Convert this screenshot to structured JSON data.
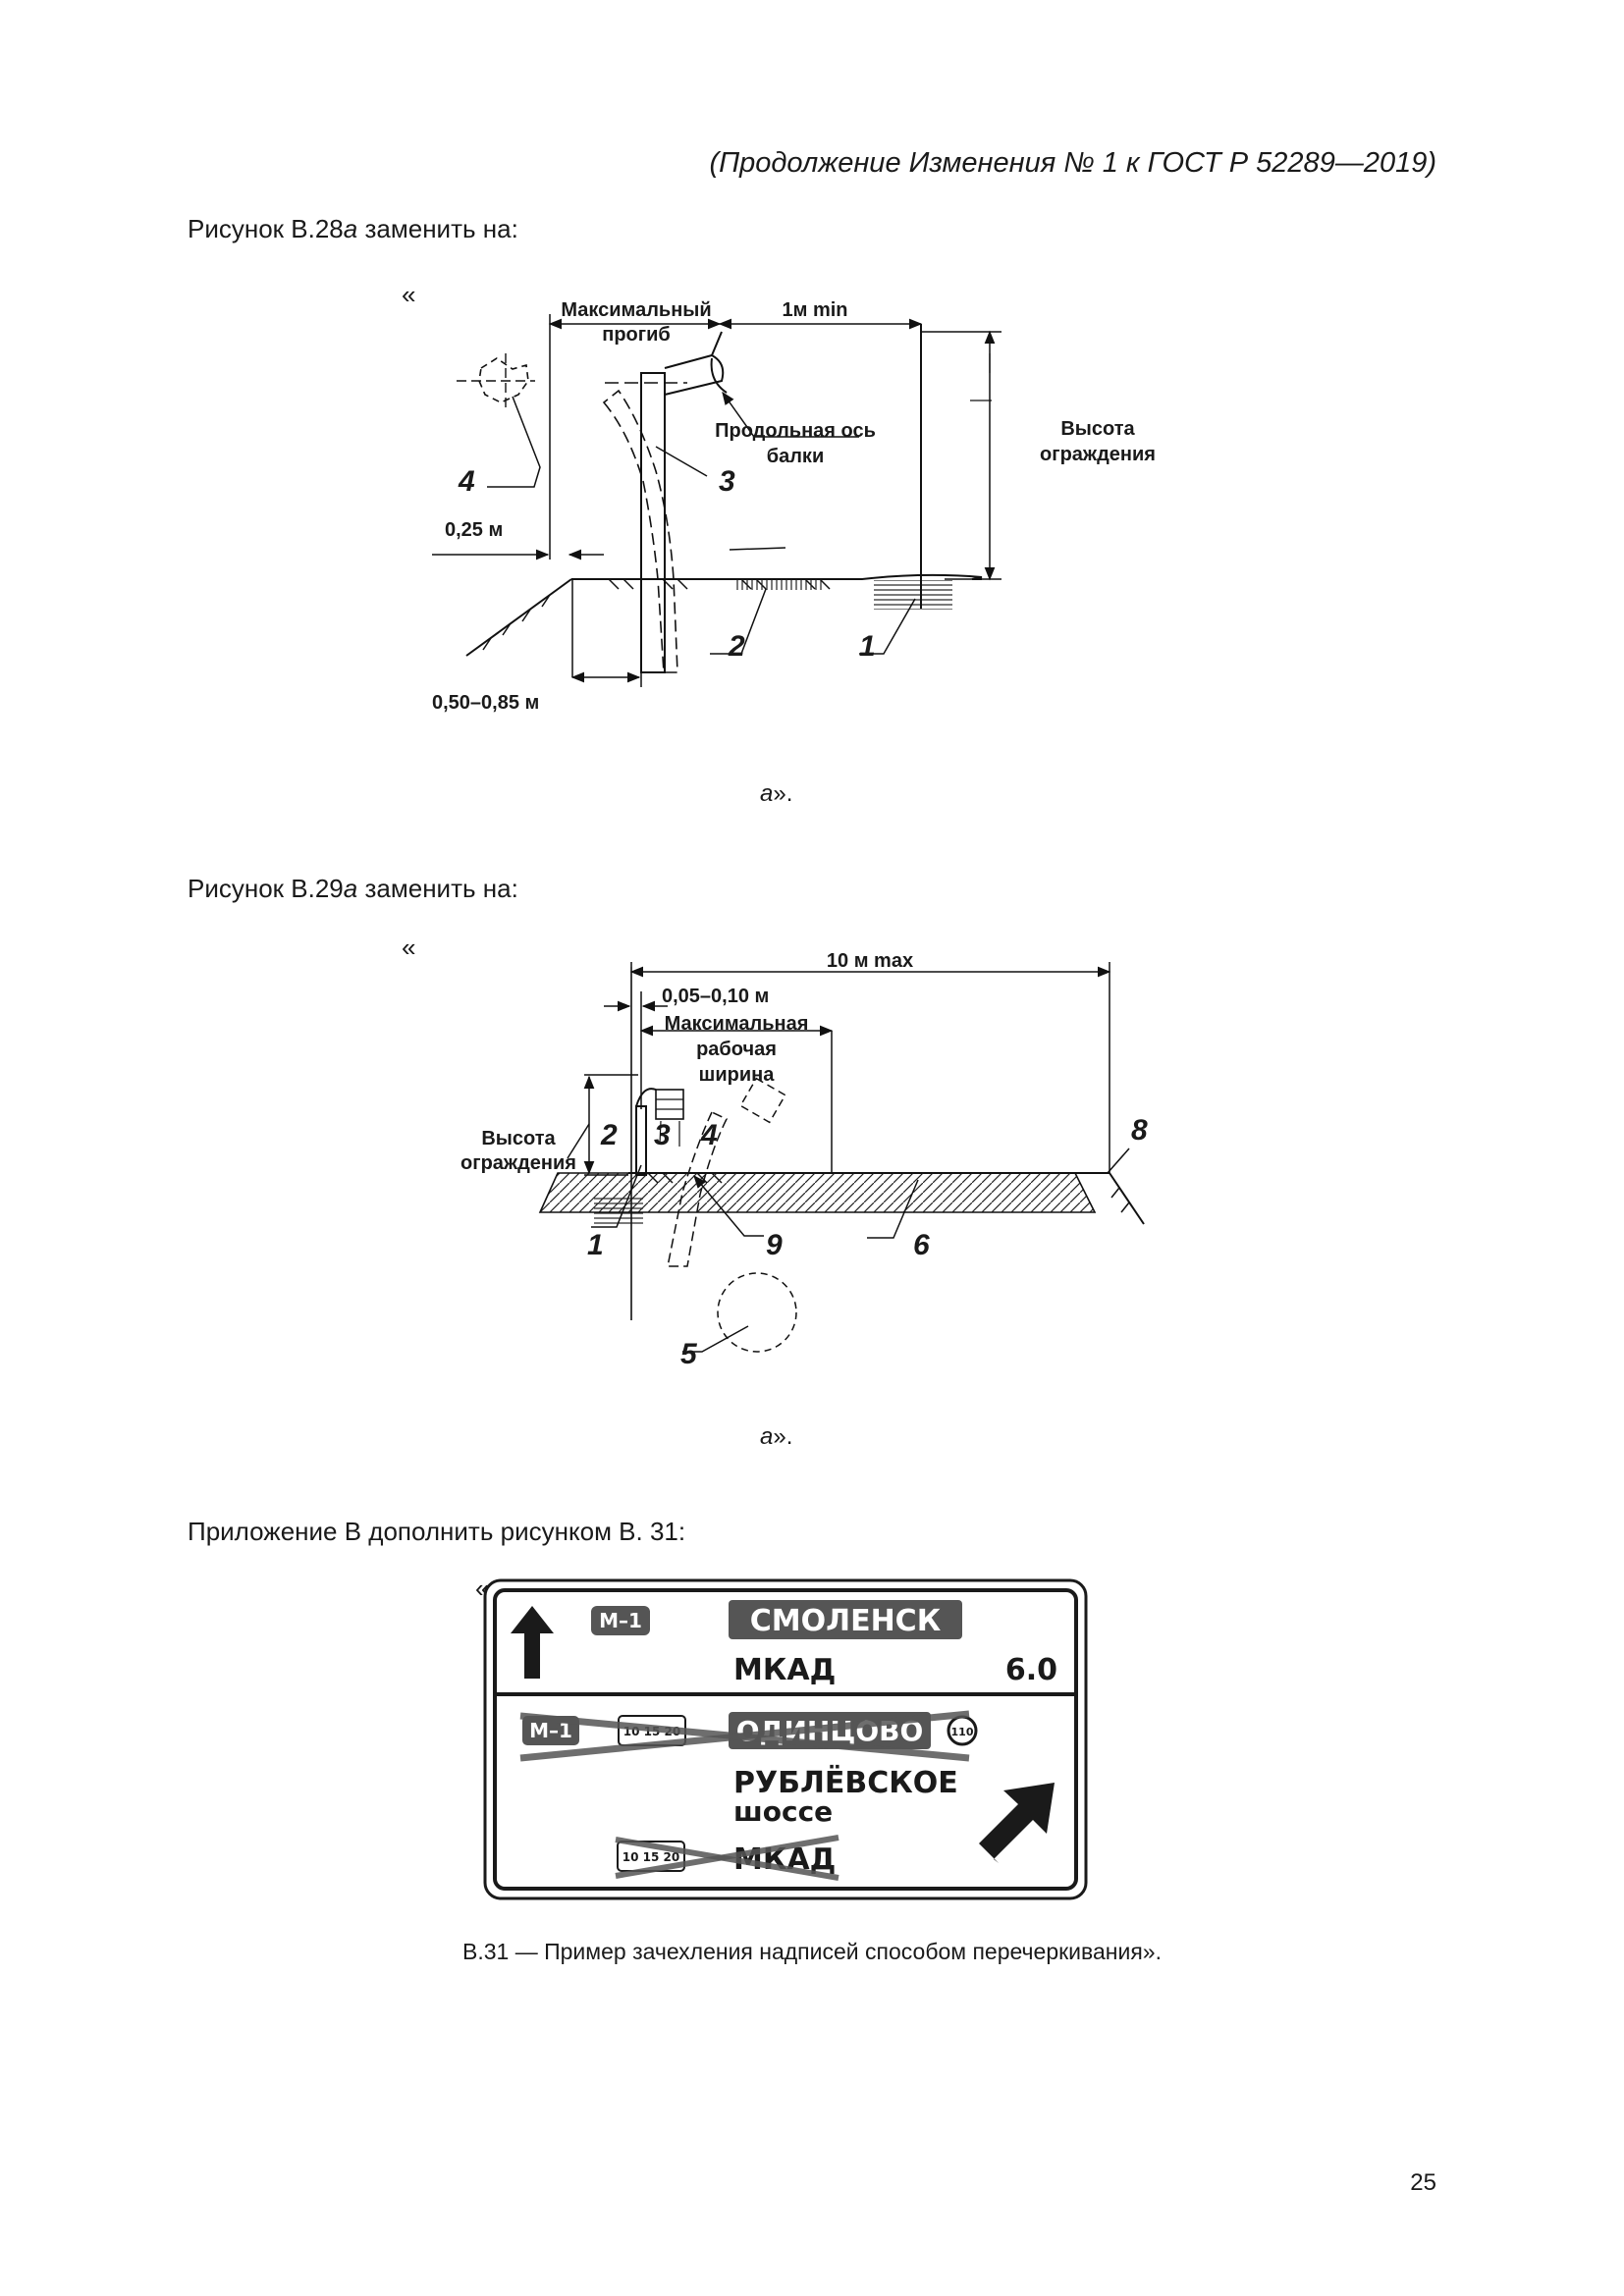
{
  "header": "(Продолжение Изменения № 1 к ГОСТ Р 52289—2019)",
  "sections": [
    {
      "text_before": "Рисунок В.28",
      "text_italic": "а",
      "text_after": " заменить на:"
    },
    {
      "text_before": "Рисунок В.29",
      "text_italic": "а",
      "text_after": " заменить на:"
    },
    {
      "text": "Приложение В дополнить рисунком В. 31:"
    }
  ],
  "open_quote": "«",
  "figure_end": {
    "italic": "а",
    "rest": "»."
  },
  "fig28": {
    "max_deflection": [
      "Максимальный",
      "прогиб"
    ],
    "min_distance": "1м min",
    "beam_axis": [
      "Продольная ось",
      "балки"
    ],
    "barrier_height": [
      "Высота",
      "ограждения"
    ],
    "dim_025": "0,25 м",
    "dim_050_085": "0,50–0,85 м",
    "markers": [
      "4",
      "3",
      "2",
      "1"
    ]
  },
  "fig29": {
    "max_10m": "10 м max",
    "dim_005_010": "0,05–0,10 м",
    "working_width": [
      "Максимальная",
      "рабочая",
      "ширина"
    ],
    "barrier_height": [
      "Высота",
      "ограждения"
    ],
    "markers": [
      "2",
      "3",
      "4",
      "8",
      "1",
      "9",
      "6",
      "5"
    ]
  },
  "sign": {
    "top": {
      "route": "М–1",
      "city": "СМОЛЕНСК",
      "road": "МКАД",
      "distance": "6.0"
    },
    "bottom": {
      "route": "М–1",
      "limits": "10 15 20",
      "city": "ОДИНЦОВО",
      "speed": "110",
      "road": "РУБЛЁВСКОЕ",
      "road2": "шоссе",
      "limits2": "10 15 20",
      "road3": "МКАД"
    }
  },
  "caption": "В.31 — Пример зачехления надписей способом перечеркивания».",
  "page_number": "25"
}
